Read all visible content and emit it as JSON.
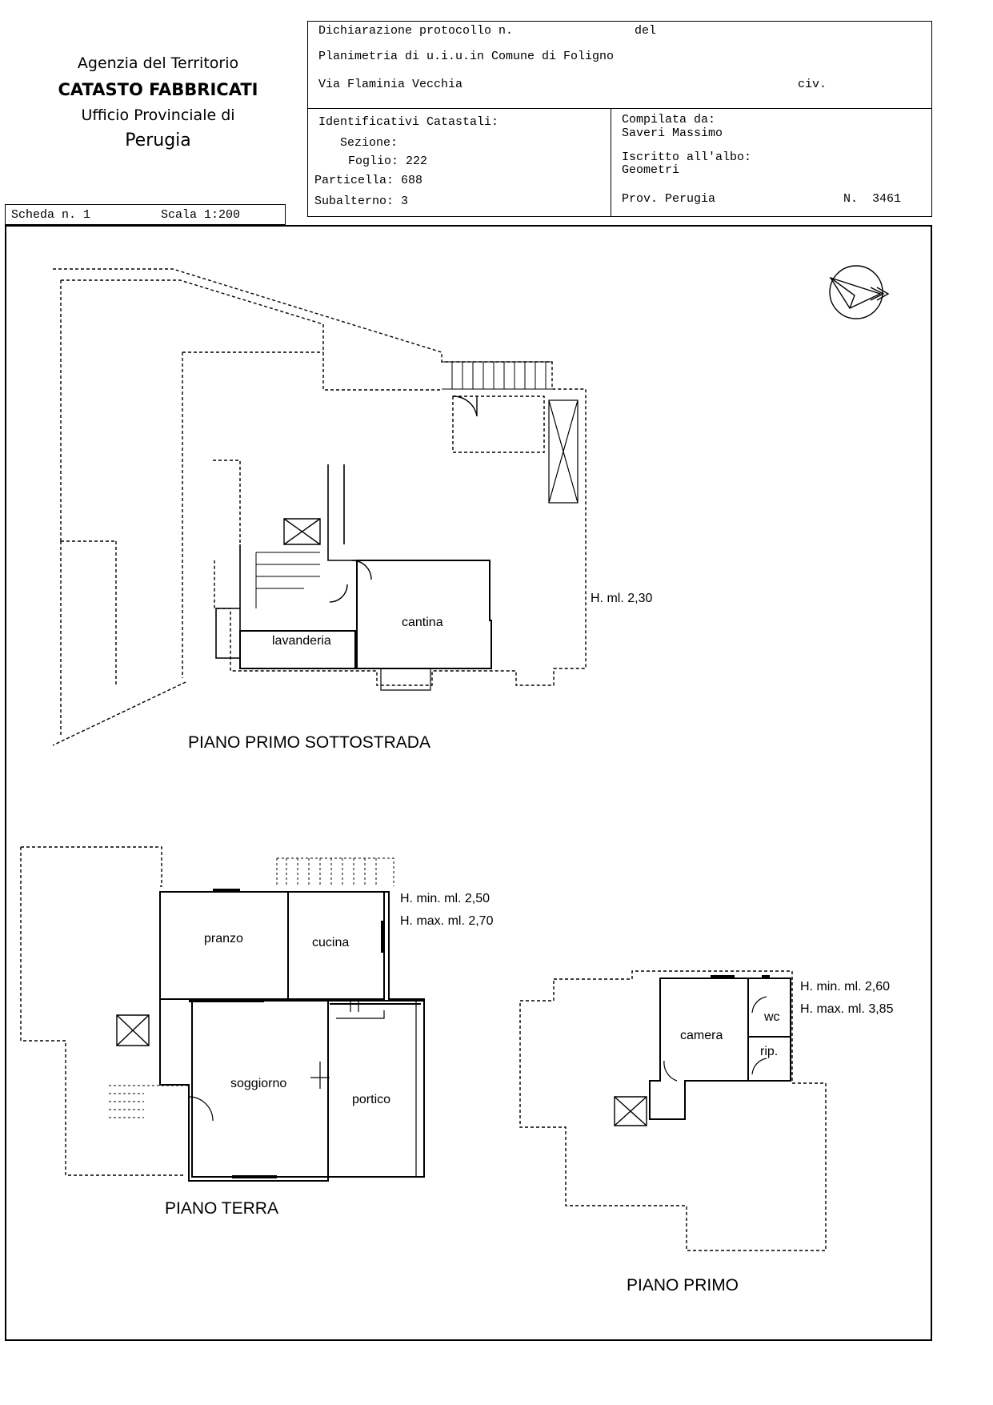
{
  "agency": {
    "line1": "Agenzia del Territorio",
    "line2": "CATASTO FABBRICATI",
    "line3": "Ufficio Provinciale di",
    "line4": "Perugia"
  },
  "header": {
    "protocol_label": "Dichiarazione protocollo n.",
    "protocol_del": "del",
    "planimetry": "Planimetria di u.i.u.in Comune di Foligno",
    "address": "Via Flaminia Vecchia",
    "civ": "civ.",
    "identifiers_title": "Identificativi Catastali:",
    "sezione": "Sezione:",
    "foglio": "Foglio: 222",
    "particella": "Particella: 688",
    "subalterno": "Subalterno: 3",
    "compiled_label": "Compilata da:",
    "compiled_name": "Saveri Massimo",
    "registered_label": "Iscritto all'albo:",
    "registered_value": "Geometri",
    "province": "Prov. Perugia",
    "number": "N.  3461"
  },
  "sheet": {
    "scheda": "Scheda n. 1",
    "scala": "Scala 1:200"
  },
  "plan": {
    "basement": {
      "title": "PIANO PRIMO SOTTOSTRADA",
      "height": "H. ml. 2,30",
      "rooms": {
        "laundry": "lavanderia",
        "cellar": "cantina"
      }
    },
    "ground": {
      "title": "PIANO TERRA",
      "h_min": "H. min. ml. 2,50",
      "h_max": "H. max. ml. 2,70",
      "rooms": {
        "dining": "pranzo",
        "kitchen": "cucina",
        "living": "soggiorno",
        "porch": "portico"
      }
    },
    "first": {
      "title": "PIANO PRIMO",
      "h_min": "H. min. ml. 2,60",
      "h_max": "H. max. ml. 3,85",
      "rooms": {
        "bedroom": "camera",
        "wc": "wc",
        "storage": "rip."
      }
    }
  }
}
